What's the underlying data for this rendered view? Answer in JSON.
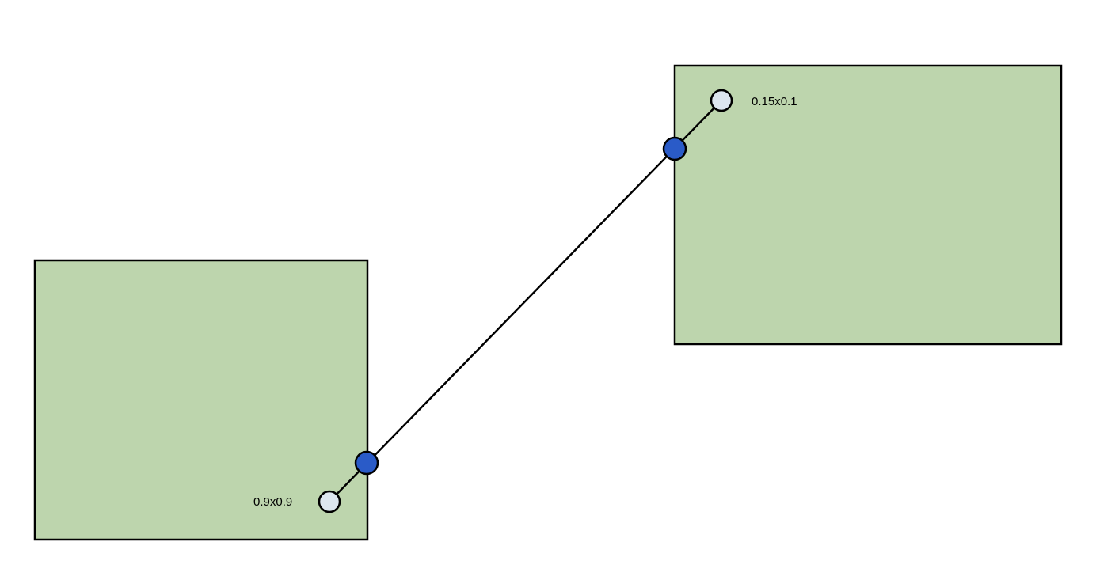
{
  "colors": {
    "box_fill": "#bdd5ad",
    "endpoint_fill": "#dde6ef",
    "intersection_fill": "#2a5bc8"
  },
  "boxes": [
    {
      "id": "left",
      "anchor_label": "0.9x0.9"
    },
    {
      "id": "right",
      "anchor_label": "0.15x0.1"
    }
  ]
}
